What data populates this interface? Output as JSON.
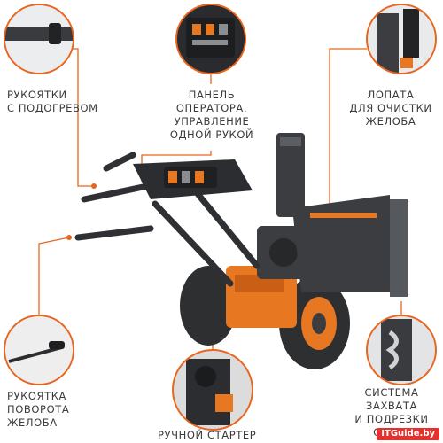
{
  "colors": {
    "accent": "#e8661f",
    "text": "#3a3a3a",
    "machine_dark": "#3b3d40",
    "machine_orange": "#e87722",
    "watermark_bg": "#e4312c"
  },
  "callouts": {
    "heated_handles": "РУКОЯТКИ\nС ПОДОГРЕВОМ",
    "operator_panel": "ПАНЕЛЬ\nОПЕРАТОРА,\nУПРАВЛЕНИЕ\nОДНОЙ РУКОЙ",
    "chute_shovel": "ЛОПАТА\nДЛЯ ОЧИСТКИ\nЖЕЛОБА",
    "chute_rotation_handle": "РУКОЯТКА\nПОВОРОТА\nЖЕЛОБА",
    "manual_starter": "РУЧНОЙ СТАРТЕР",
    "capture_system": "СИСТЕМА\nЗАХВАТА\nИ ПОДРЕЗКИ\nСНЕГА"
  },
  "watermark": "ITGuide.by"
}
